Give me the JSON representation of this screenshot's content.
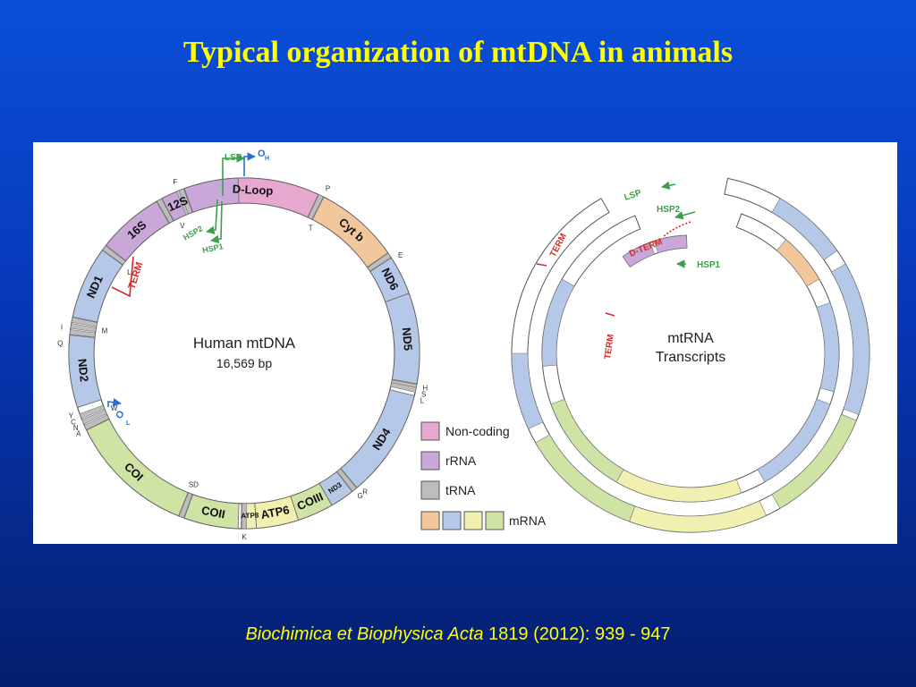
{
  "slide": {
    "title": "Typical organization of mtDNA in animals",
    "citation_journal": "Biochimica et Biophysica Acta",
    "citation_details": " 1819 (2012): 939 - 947"
  },
  "colors": {
    "non_coding": "#e6a8cf",
    "rrna": "#c9a7d8",
    "trna": "#bdbdbd",
    "mrna_orange": "#f3c79c",
    "mrna_blue": "#b6c8e8",
    "mrna_yellow": "#f2f0b0",
    "mrna_green": "#cfe3a4",
    "promoter_green": "#3aa04a",
    "term_red": "#d42a2a",
    "origin_blue": "#2a6fd1"
  },
  "left_diagram": {
    "center_title": "Human mtDNA",
    "center_subtitle": "16,569 bp",
    "genes": [
      "D-Loop",
      "12S",
      "16S",
      "ND1",
      "ND2",
      "COI",
      "COII",
      "ATP8",
      "ATP6",
      "COIII",
      "ND3",
      "ND4",
      "ND5",
      "ND6",
      "Cyt b"
    ],
    "trna_letters": [
      "F",
      "V",
      "L",
      "I",
      "Q",
      "M",
      "W",
      "A",
      "N",
      "C",
      "Y",
      "SD",
      "K",
      "G",
      "R",
      "H",
      "S",
      "L",
      "E",
      "T",
      "P"
    ],
    "promoters": [
      "LSP",
      "HSP2",
      "HSP1"
    ],
    "origins": [
      "O",
      "H",
      "O",
      "L"
    ],
    "term_label": "TERM"
  },
  "legend": {
    "items": [
      "Non-coding",
      "rRNA",
      "tRNA",
      "mRNA"
    ]
  },
  "right_diagram": {
    "center_title": "mtRNA",
    "center_subtitle": "Transcripts",
    "promoters": [
      "LSP",
      "HSP2",
      "HSP1"
    ],
    "terms": [
      "TERM",
      "D-TERM",
      "TERM"
    ]
  }
}
